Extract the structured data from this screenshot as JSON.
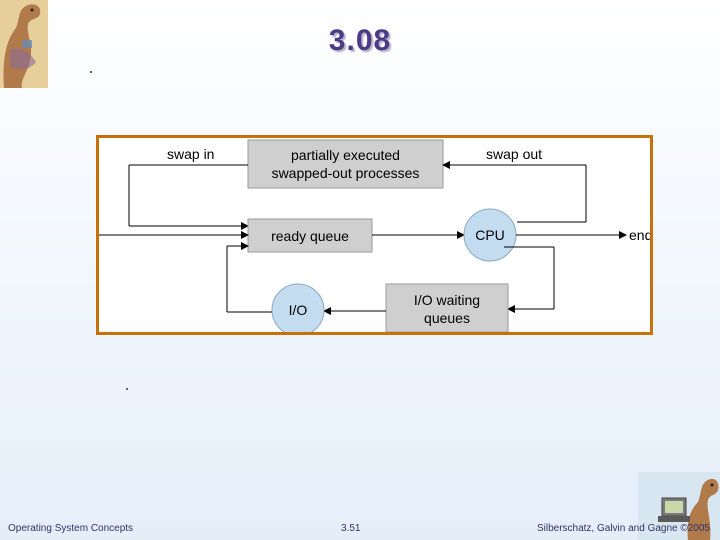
{
  "slide": {
    "title": "3.08"
  },
  "diagram": {
    "swapped_box_line1": "partially executed",
    "swapped_box_line2": "swapped-out processes",
    "ready_queue_label": "ready queue",
    "cpu_label": "CPU",
    "io_label": "I/O",
    "io_waiting_line1": "I/O waiting",
    "io_waiting_line2": "queues",
    "swap_in_label": "swap in",
    "swap_out_label": "swap out",
    "end_label": "end",
    "box_color": "#cfcfcf",
    "circle_color": "#c4dcf0",
    "frame_color": "#c8700a"
  },
  "footer": {
    "left": "Operating System Concepts",
    "center": "3.51",
    "right": "Silberschatz, Galvin and Gagne ©2005"
  }
}
